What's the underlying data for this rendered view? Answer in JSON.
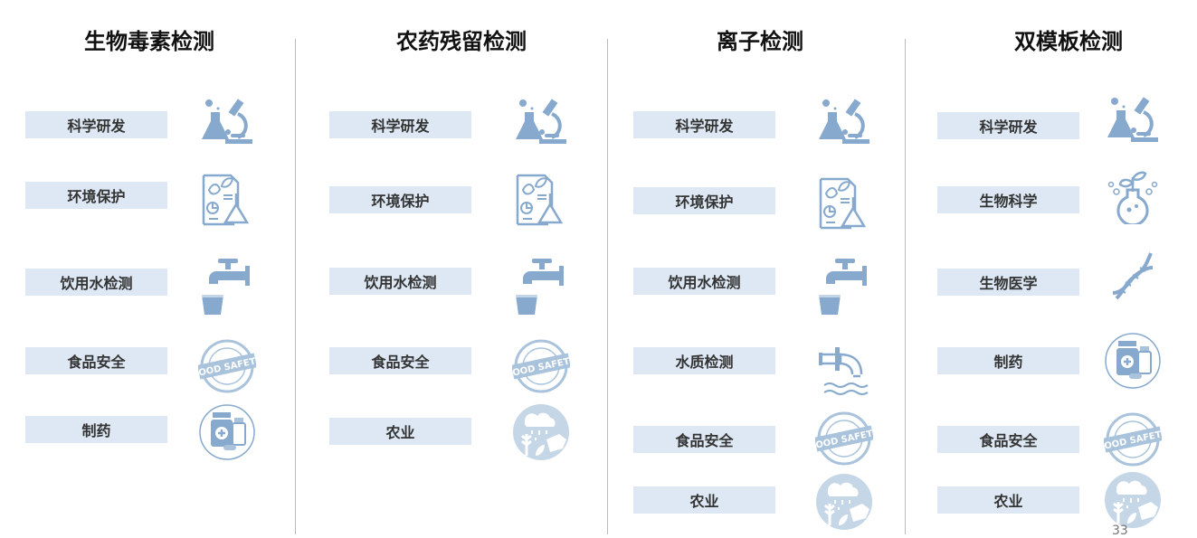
{
  "colors": {
    "label_bg": "#dde8f4",
    "icon": "#86a9cd",
    "icon_light": "#a9c3dc",
    "icon_pale": "#c5d6e7"
  },
  "columns": [
    {
      "title": "生物毒素检测",
      "items": [
        {
          "label": "科学研发",
          "icon": "lab-microscope-icon"
        },
        {
          "label": "环境保护",
          "icon": "environment-report-icon"
        },
        {
          "label": "饮用水检测",
          "icon": "faucet-water-icon"
        },
        {
          "label": "食品安全",
          "icon": "food-safety-stamp-icon"
        },
        {
          "label": "制药",
          "icon": "medicine-bottle-icon"
        }
      ]
    },
    {
      "title": "农药残留检测",
      "items": [
        {
          "label": "科学研发",
          "icon": "lab-microscope-icon"
        },
        {
          "label": "环境保护",
          "icon": "environment-report-icon"
        },
        {
          "label": "饮用水检测",
          "icon": "faucet-water-icon"
        },
        {
          "label": "食品安全",
          "icon": "food-safety-stamp-icon"
        },
        {
          "label": "农业",
          "icon": "agriculture-icon"
        }
      ]
    },
    {
      "title": "离子检测",
      "items": [
        {
          "label": "科学研发",
          "icon": "lab-microscope-icon"
        },
        {
          "label": "环境保护",
          "icon": "environment-report-icon"
        },
        {
          "label": "饮用水检测",
          "icon": "faucet-water-icon"
        },
        {
          "label": "水质检测",
          "icon": "water-pipe-icon"
        },
        {
          "label": "食品安全",
          "icon": "food-safety-stamp-icon"
        },
        {
          "label": "农业",
          "icon": "agriculture-icon"
        }
      ]
    },
    {
      "title": "双模板检测",
      "items": [
        {
          "label": "科学研发",
          "icon": "lab-microscope-icon"
        },
        {
          "label": "生物科学",
          "icon": "plant-flask-icon"
        },
        {
          "label": "生物医学",
          "icon": "dna-icon"
        },
        {
          "label": "制药",
          "icon": "medicine-bottle-icon"
        },
        {
          "label": "食品安全",
          "icon": "food-safety-stamp-icon"
        },
        {
          "label": "农业",
          "icon": "agriculture-icon"
        }
      ]
    }
  ],
  "food_safety_text": "FOOD SAFETY",
  "page_number": "33"
}
